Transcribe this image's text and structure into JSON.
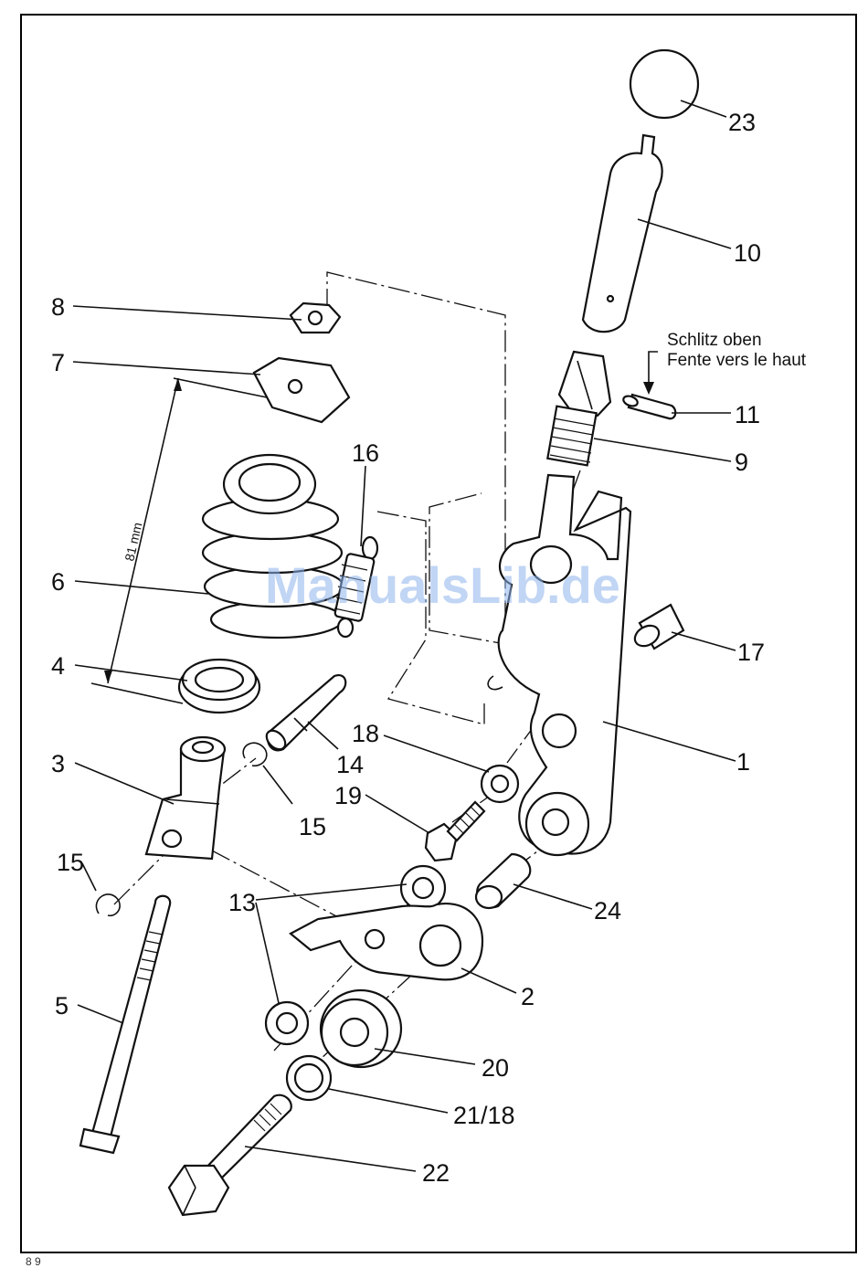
{
  "diagram": {
    "note_line1": "Schlitz oben",
    "note_line2": "Fente vers le haut",
    "dimension": "81 mm",
    "watermark": "ManualsLib.de",
    "page_number": "8 9",
    "labels": {
      "p23": "23",
      "p10": "10",
      "p8": "8",
      "p7": "7",
      "p11": "11",
      "p9": "9",
      "p16": "16",
      "p6": "6",
      "p17": "17",
      "p4": "4",
      "p18": "18",
      "p1": "1",
      "p3": "3",
      "p14": "14",
      "p19": "19",
      "p15a": "15",
      "p15b": "15",
      "p13": "13",
      "p24": "24",
      "p5": "5",
      "p2": "2",
      "p20": "20",
      "p21_18": "21/18",
      "p22": "22"
    }
  }
}
